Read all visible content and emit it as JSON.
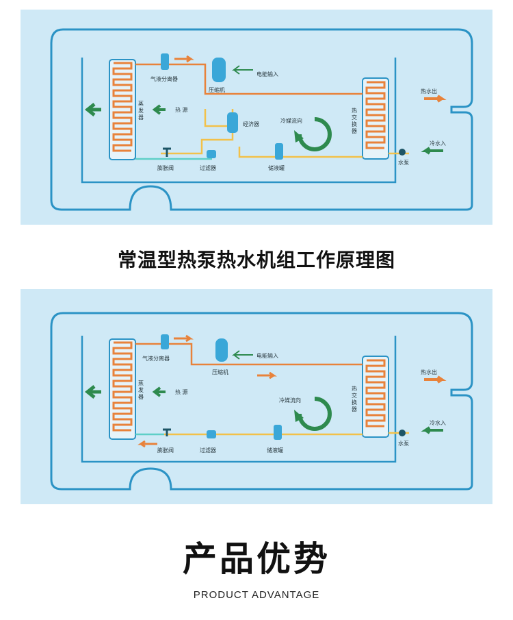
{
  "diagram1": {
    "evaporator": "蒸\n发\n器",
    "gas_liquid_separator": "气液分离器",
    "compressor": "压缩机",
    "power_input": "电能输入",
    "heat_source": "热 源",
    "economizer": "经济器",
    "refrigerant_flow": "冷媒流向",
    "heat_exchanger": "热\n交\n换\n器",
    "hot_water_out": "热水出",
    "cold_water_in": "冷水入",
    "water_pump": "水泵",
    "expansion_valve": "膨胀阀",
    "filter": "过滤器",
    "receiver": "储液罐"
  },
  "caption": "常温型热泵热水机组工作原理图",
  "diagram2": {
    "evaporator": "蒸\n发\n器",
    "gas_liquid_separator": "气液分离器",
    "compressor": "压缩机",
    "power_input": "电能输入",
    "heat_source": "热 源",
    "refrigerant_flow": "冷媒流向",
    "heat_exchanger": "热\n交\n换\n器",
    "hot_water_out": "热水出",
    "cold_water_in": "冷水入",
    "water_pump": "水泵",
    "expansion_valve": "膨胀阀",
    "filter": "过滤器",
    "receiver": "储液罐"
  },
  "advantage_title": "产品优势",
  "advantage_subtitle": "PRODUCT ADVANTAGE",
  "colors": {
    "panel_bg": "#cfe9f6",
    "outline": "#2b93c5",
    "hot_pipe": "#e8823a",
    "cold_pipe": "#f2c14a",
    "cool_pipe": "#5ecfc7",
    "green_arrow": "#2e8a4e"
  }
}
